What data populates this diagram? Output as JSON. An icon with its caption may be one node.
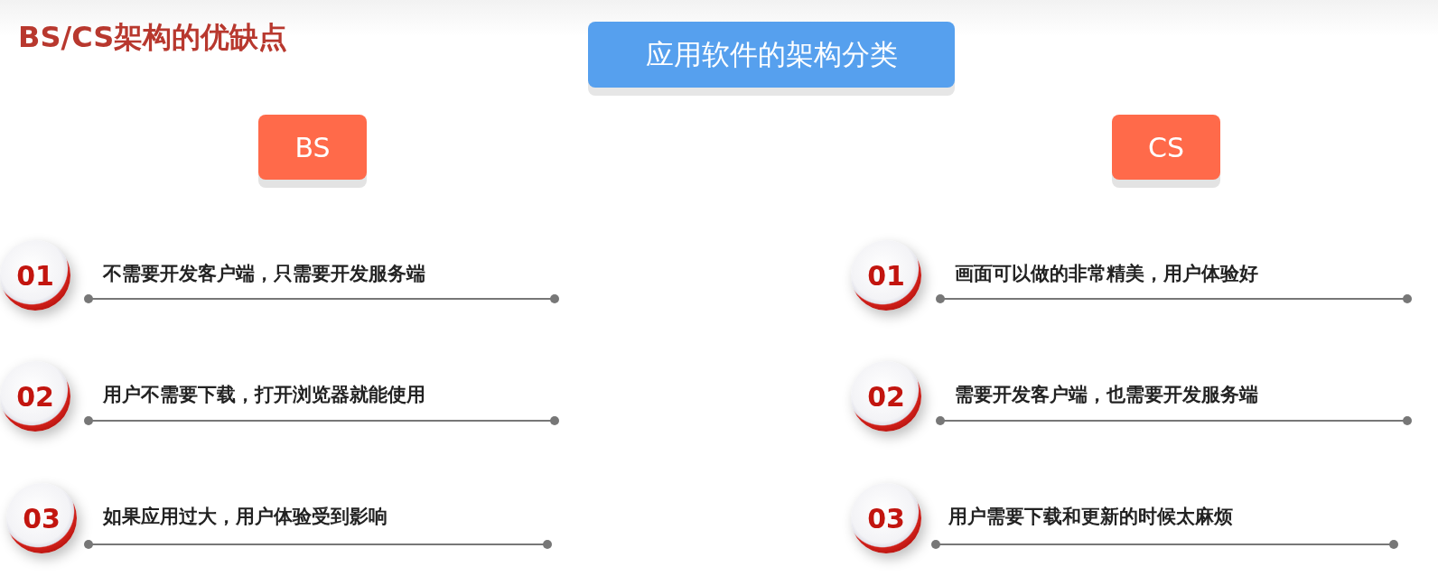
{
  "diagram": {
    "title": "BS/CS架构的优缺点",
    "nodes": [
      {
        "text": [
          "应用软件的架构分类"
        ]
      },
      {
        "text": [
          "BS"
        ]
      },
      {
        "text": [
          "CS"
        ]
      },
      {
        "text": [
          "01"
        ],
        "beside": [
          "不需要开发客户端，只需要开发服务端"
        ]
      },
      {
        "text": [
          "02"
        ],
        "beside": [
          "用户不需要下载，打开浏览器就能使用"
        ]
      },
      {
        "text": [
          "03"
        ],
        "beside": [
          "如果应用过大，用户体验受到影响"
        ]
      },
      {
        "text": [
          "01"
        ],
        "beside": [
          "画面可以做的非常精美，用户体验好"
        ]
      },
      {
        "text": [
          "02"
        ],
        "beside": [
          "需要开发客户端，也需要开发服务端"
        ]
      },
      {
        "text": [
          "03"
        ],
        "beside": [
          "用户需要下载和更新的时候太麻烦"
        ]
      }
    ]
  }
}
